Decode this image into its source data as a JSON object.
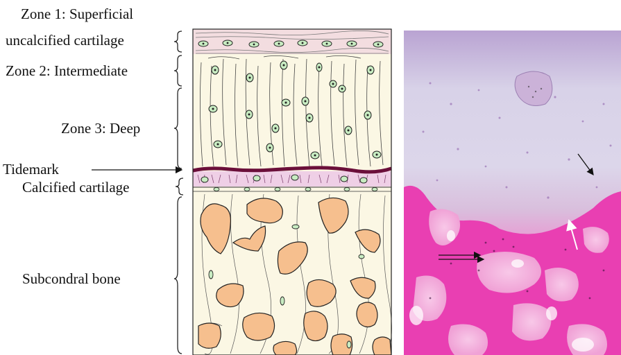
{
  "labels": {
    "zone1_line1": "Zone 1: Superficial",
    "zone1_line2": "uncalcified cartilage",
    "zone2": "Zone 2: Intermediate",
    "zone3": "Zone 3: Deep",
    "tidemark": "Tidemark",
    "calcified": "Calcified cartilage",
    "subchondral": "Subcondral bone"
  },
  "colors": {
    "cartilage": "#fbf7e4",
    "superficial_band": "#f3dde0",
    "calcified_band": "#efcfe6",
    "tidemark_line": "#6b0f3a",
    "cell_fill": "#c8ecc2",
    "bone_fill": "#f6bf8e",
    "histology_pink": "#e93fb2",
    "histology_lilac": "#bfb3d8"
  },
  "icons": {
    "brace": "curly-brace-icon",
    "arrow": "arrow-icon"
  }
}
